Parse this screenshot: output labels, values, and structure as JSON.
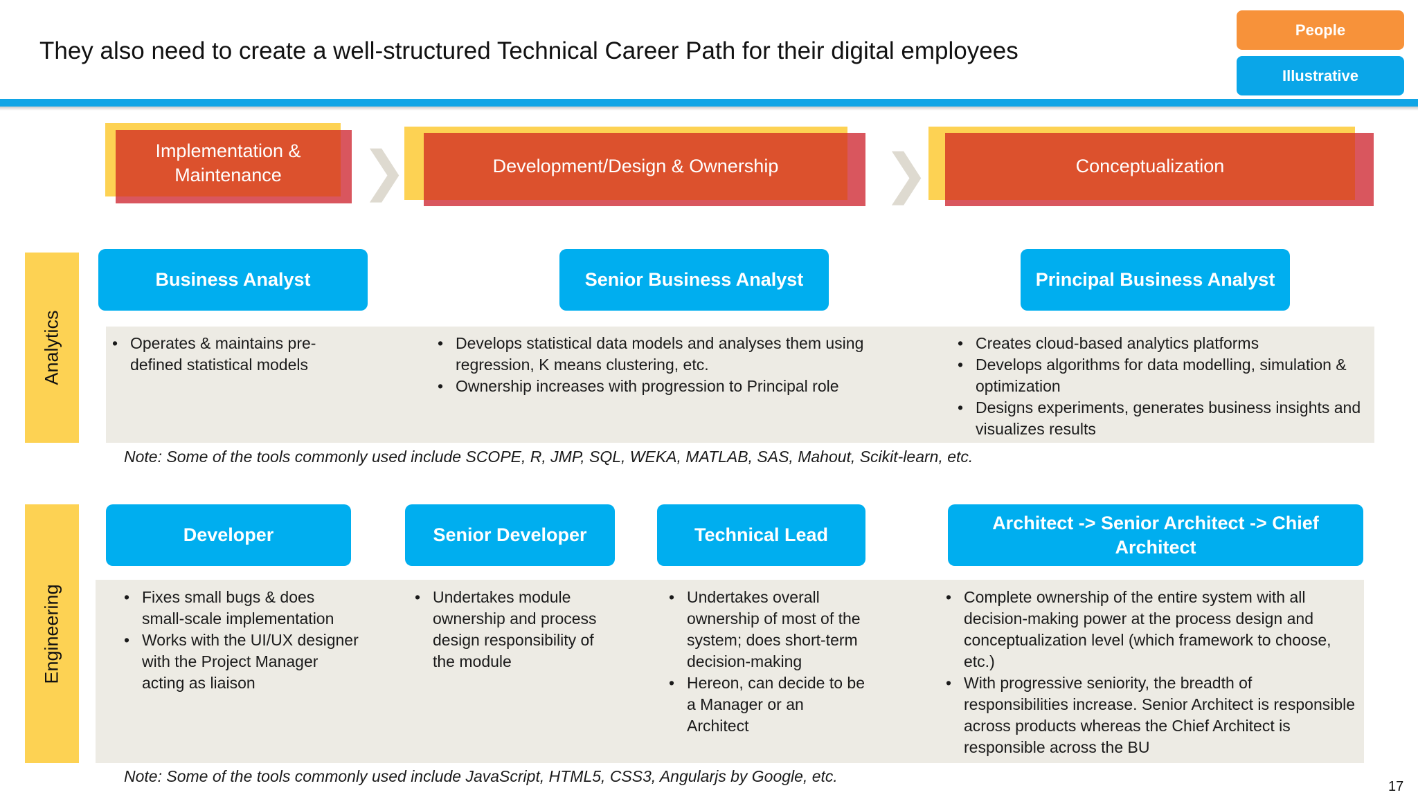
{
  "title": "They also need to create a well-structured Technical Career Path for their digital employees",
  "tags": {
    "people": "People",
    "illustrative": "Illustrative"
  },
  "phases": [
    "Implementation & Maintenance",
    "Development/Design & Ownership",
    "Conceptualization"
  ],
  "analytics": {
    "label": "Analytics",
    "roles": [
      "Business Analyst",
      "Senior Business Analyst",
      "Principal Business Analyst"
    ],
    "bullets": [
      [
        "Operates & maintains pre-defined statistical models"
      ],
      [
        "Develops statistical data models and analyses them using regression, K means clustering, etc.",
        "Ownership  increases with progression to Principal role"
      ],
      [
        "Creates cloud-based analytics platforms",
        "Develops algorithms for data modelling, simulation & optimization",
        "Designs experiments, generates business insights and visualizes results"
      ]
    ],
    "note": "Note: Some of the tools commonly used include SCOPE, R, JMP, SQL, WEKA, MATLAB, SAS, Mahout, Scikit-learn, etc."
  },
  "engineering": {
    "label": "Engineering",
    "roles": [
      "Developer",
      "Senior Developer",
      "Technical Lead",
      "Architect -> Senior Architect -> Chief Architect"
    ],
    "bullets": [
      [
        "Fixes small bugs & does small-scale implementation",
        "Works with the UI/UX designer with the Project Manager acting as liaison"
      ],
      [
        "Undertakes module ownership and process design responsibility of the module"
      ],
      [
        "Undertakes overall ownership of most of the system; does short-term decision-making",
        "Hereon, can decide to be a Manager or an Architect"
      ],
      [
        "Complete  ownership of the entire system with all decision-making power at the process design and conceptualization level (which framework to choose, etc.)",
        "With progressive seniority, the breadth of responsibilities increase. Senior Architect is responsible across products whereas the Chief Architect is responsible across the BU"
      ]
    ],
    "note": "Note: Some of the tools commonly used include JavaScript, HTML5, CSS3, Angularjs by Google, etc."
  },
  "page_number": "17",
  "colors": {
    "accent_blue": "#00aeef",
    "banner_orange": "#dc512d",
    "banner_yellow": "#fdd253",
    "banner_pink": "#d9565e",
    "tag_orange": "#f7923a",
    "panel_grey": "#edebe4"
  }
}
